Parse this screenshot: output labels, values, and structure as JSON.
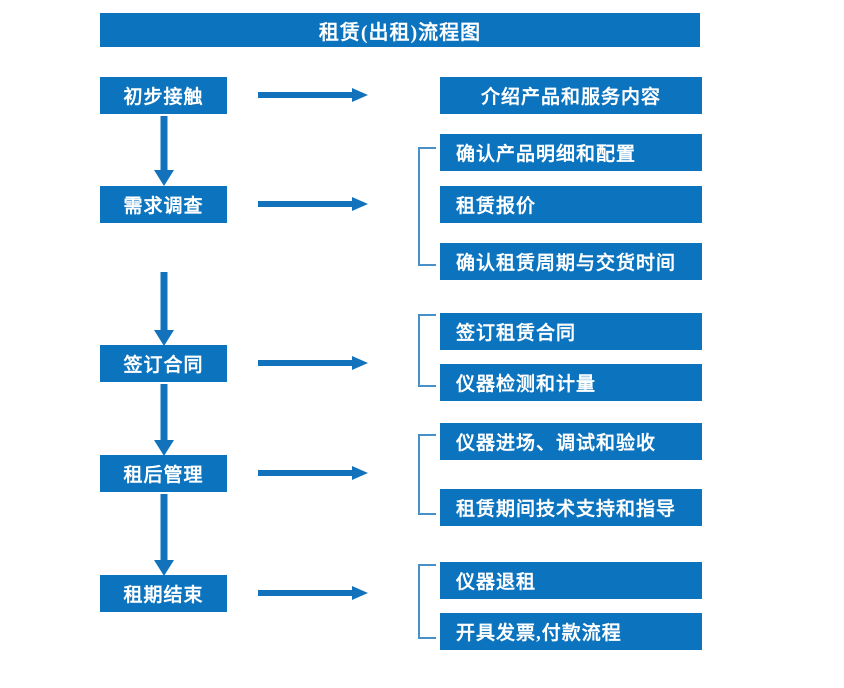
{
  "title": {
    "text": "租赁(出租)流程图"
  },
  "colors": {
    "box_blue": "#0c74bf",
    "arrow_blue": "#1273bc",
    "bracket_blue": "#4a90c8",
    "text_white": "#ffffff",
    "background": "#ffffff"
  },
  "stages": [
    {
      "label": "初步接触"
    },
    {
      "label": "需求调查"
    },
    {
      "label": "签订合同"
    },
    {
      "label": "租后管理"
    },
    {
      "label": "租期结束"
    }
  ],
  "details": [
    {
      "label": "介绍产品和服务内容"
    },
    {
      "label": "确认产品明细和配置"
    },
    {
      "label": "租赁报价"
    },
    {
      "label": "确认租赁周期与交货时间"
    },
    {
      "label": "签订租赁合同"
    },
    {
      "label": "仪器检测和计量"
    },
    {
      "label": "仪器进场、调试和验收"
    },
    {
      "label": "租赁期间技术支持和指导"
    },
    {
      "label": "仪器退租"
    },
    {
      "label": "开具发票,付款流程"
    }
  ],
  "groups": [
    {
      "stage": "需求调查",
      "details": [
        "确认产品明细和配置",
        "租赁报价",
        "确认租赁周期与交货时间"
      ]
    },
    {
      "stage": "签订合同",
      "details": [
        "签订租赁合同",
        "仪器检测和计量"
      ]
    },
    {
      "stage": "租后管理",
      "details": [
        "仪器进场、调试和验收",
        "租赁期间技术支持和指导"
      ]
    },
    {
      "stage": "租期结束",
      "details": [
        "仪器退租",
        "开具发票,付款流程"
      ]
    }
  ],
  "flow": {
    "direction": "top-to-bottom",
    "connector_count_vertical": 4,
    "connector_count_horizontal": 5
  }
}
